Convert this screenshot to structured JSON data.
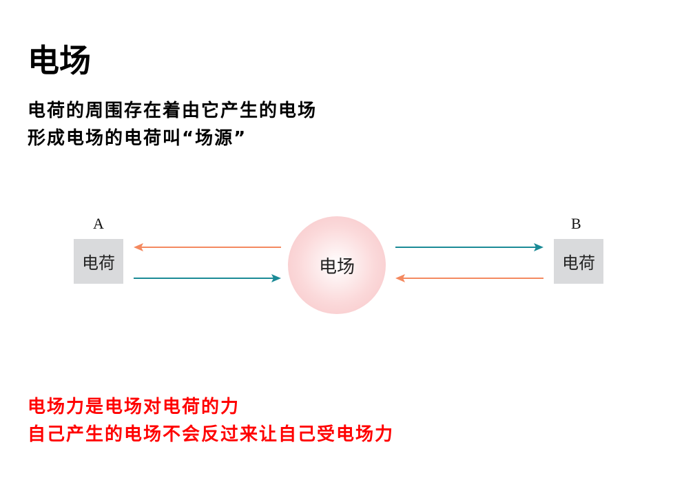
{
  "title": "电场",
  "description": [
    "电荷的周围存在着由它产生的电场",
    "形成电场的电荷叫“场源”"
  ],
  "diagram": {
    "label_a": "A",
    "label_b": "B",
    "charge_a": "电荷",
    "charge_b": "电荷",
    "field": "电场",
    "colors": {
      "orange": "#f4895f",
      "teal": "#1a8a96"
    }
  },
  "note": [
    "电场力是电场对电荷的力",
    "自己产生的电场不会反过来让自己受电场力"
  ]
}
